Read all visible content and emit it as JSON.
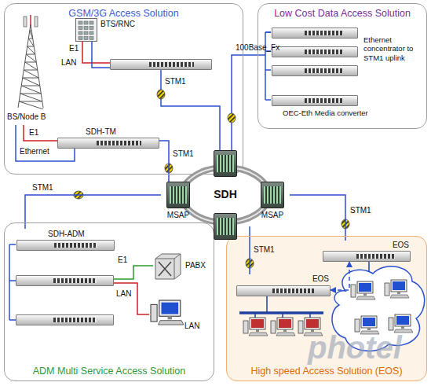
{
  "diagram": {
    "nodes": [
      {
        "text": [
          "GSM/3G Access Solution"
        ]
      },
      {
        "text": [
          "BTS/RNC"
        ],
        "in": 0
      },
      {
        "text": [
          "BS/Node B"
        ],
        "in": 0
      },
      {
        "text": [
          "SDH-TM"
        ],
        "in": 0
      },
      {
        "text": [
          "Low Cost Data Access Solution"
        ]
      },
      {
        "text": [
          "Ethernet concentrator to STM1 uplink"
        ],
        "in": 4
      },
      {
        "text": [
          "OEC-Eth Media converter"
        ],
        "in": 4
      },
      {
        "text": [
          "SDH"
        ]
      },
      {
        "text": [
          "MSAP"
        ]
      },
      {
        "text": [
          "MSAP"
        ]
      },
      {
        "text": [
          "ADM Multi Service Access Solution"
        ]
      },
      {
        "text": [
          "SDH-ADM"
        ],
        "in": 10
      },
      {
        "text": [
          "PABX"
        ],
        "in": 10
      },
      {
        "text": [
          "LAN"
        ],
        "in": 10
      },
      {
        "text": [
          "High speed Access Solution (EOS)"
        ]
      },
      {
        "text": [
          "EOS"
        ],
        "in": 14
      },
      {
        "text": [
          "EOS"
        ],
        "in": 14
      }
    ],
    "edges": [
      {
        "from": 2,
        "to": 3,
        "label": "E1",
        "arrow": "none"
      },
      {
        "from": 2,
        "to": 3,
        "label": "Ethernet",
        "arrow": "none"
      },
      {
        "from": 3,
        "to": 8,
        "label": "STM1",
        "arrow": "none"
      },
      {
        "from": 11,
        "to": 8,
        "label": "STM1",
        "arrow": "none"
      },
      {
        "from": 15,
        "to": 9,
        "label": "STM1",
        "arrow": "none"
      },
      {
        "from": 16,
        "to": 7,
        "label": "STM1",
        "arrow": "none"
      },
      {
        "from": 16,
        "to": 15,
        "arrow": "both"
      }
    ],
    "labels": [
      "E1",
      "LAN",
      "STM1",
      "100Base_Fx",
      "E1",
      "LAN",
      "photel"
    ]
  }
}
